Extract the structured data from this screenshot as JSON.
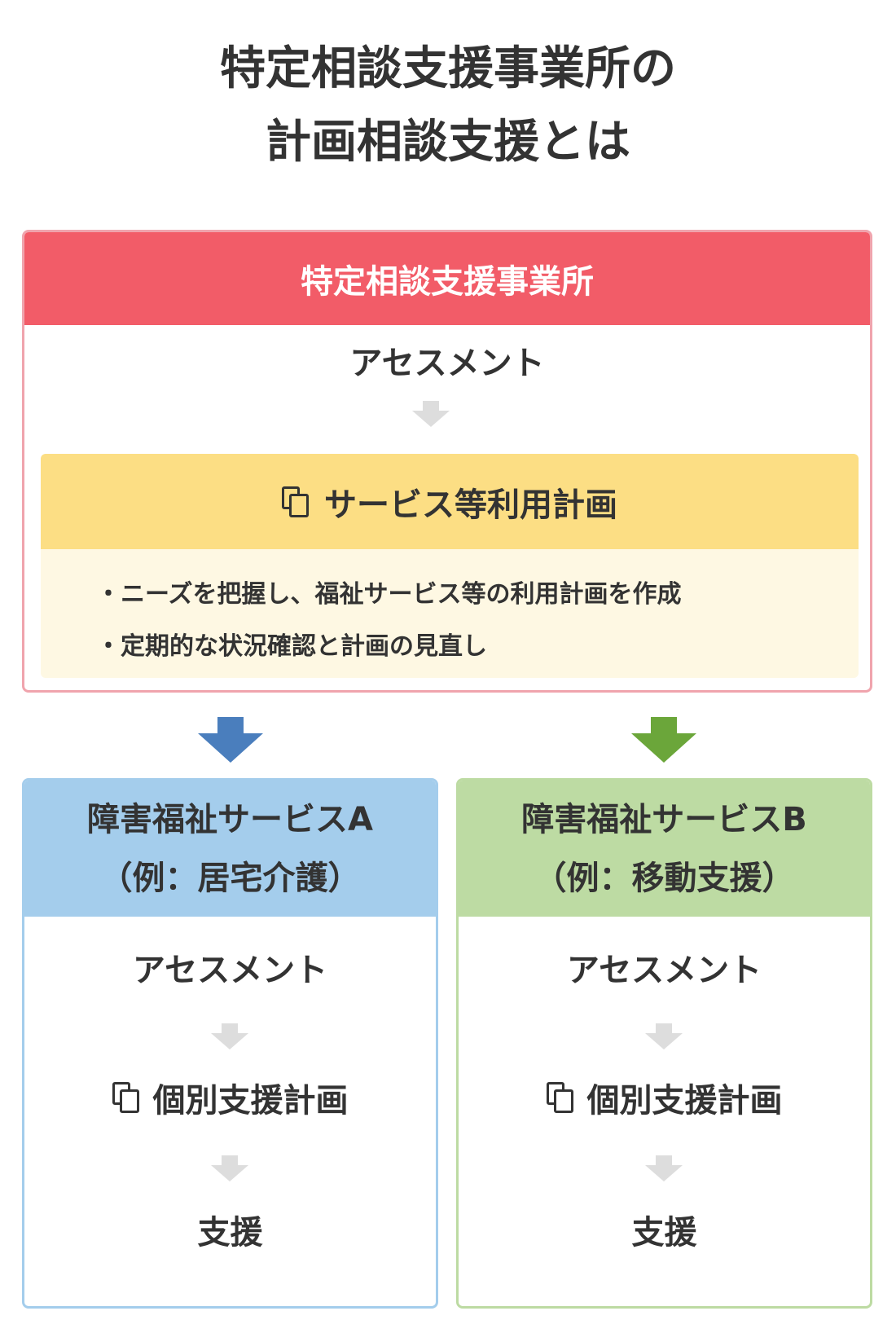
{
  "title": {
    "line1": "特定相談支援事業所の",
    "line2": "計画相談支援とは"
  },
  "office": {
    "header": "特定相談支援事業所",
    "assessment": "アセスメント",
    "plan": {
      "title": "サービス等利用計画",
      "icon": "document-copy-icon",
      "bullets": [
        "・ニーズを把握し、福祉サービス等の利用計画を作成",
        "・定期的な状況確認と計画の見直し"
      ]
    }
  },
  "services": [
    {
      "header_line1": "障害福祉サービスA",
      "header_line2": "（例：居宅介護）",
      "steps": [
        "アセスメント",
        "個別支援計画",
        "支援"
      ],
      "header_color": "#a4cdec",
      "border_color": "#a4cdec",
      "arrow_color": "#4a7ebd"
    },
    {
      "header_line1": "障害福祉サービスB",
      "header_line2": "（例：移動支援）",
      "steps": [
        "アセスメント",
        "個別支援計画",
        "支援"
      ],
      "header_color": "#bddba3",
      "border_color": "#bddba3",
      "arrow_color": "#6ba63a"
    }
  ],
  "colors": {
    "office_header": "#f25c68",
    "office_border": "#f0a4ad",
    "plan_header": "#fcde84",
    "plan_body": "#fef8e3",
    "small_arrow": "#dddddd"
  }
}
